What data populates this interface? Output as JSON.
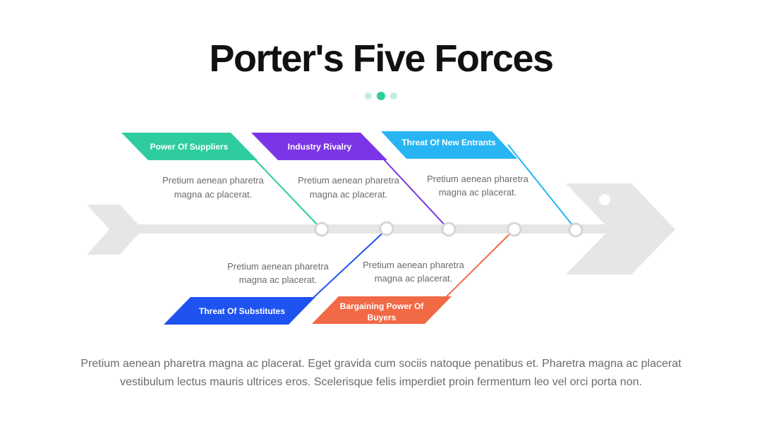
{
  "title": "Porter's Five Forces",
  "colors": {
    "suppliers": "#2ecc9f",
    "rivalry": "#7b35e6",
    "new_entrants": "#27b5f3",
    "substitutes": "#1f53f0",
    "buyers": "#f26945",
    "spine": "#e6e6e6",
    "dot_active": "#2ecc9f",
    "dot_inactive": "#c4ecdf"
  },
  "forces": {
    "suppliers": {
      "label": "Power Of Suppliers",
      "text_l1": "Pretium aenean pharetra",
      "text_l2": "magna ac placerat."
    },
    "rivalry": {
      "label": "Industry Rivalry",
      "text_l1": "Pretium aenean pharetra",
      "text_l2": "magna ac placerat."
    },
    "new_entrants": {
      "label": "Threat Of New Entrants",
      "text_l1": "Pretium aenean pharetra",
      "text_l2": "magna ac placerat."
    },
    "substitutes": {
      "label": "Threat Of Substitutes",
      "text_l1": "Pretium aenean pharetra",
      "text_l2": "magna ac placerat."
    },
    "buyers": {
      "label_l1": "Bargaining Power Of",
      "label_l2": "Buyers",
      "text_l1": "Pretium aenean pharetra",
      "text_l2": "magna ac placerat."
    }
  },
  "description": {
    "line1": "Pretium aenean pharetra magna ac placerat. Eget gravida cum sociis natoque penatibus et. Pharetra magna ac placerat",
    "line2": "vestibulum lectus mauris ultrices eros. Scelerisque felis imperdiet proin fermentum leo vel orci porta non."
  }
}
